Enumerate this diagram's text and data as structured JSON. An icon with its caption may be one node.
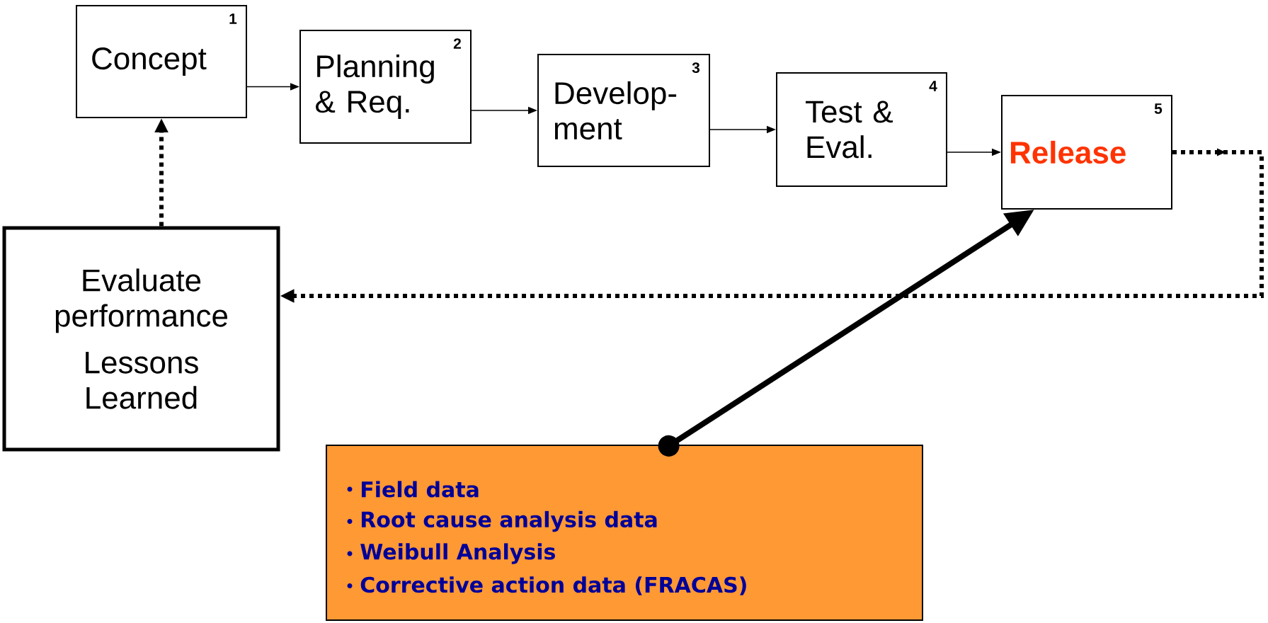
{
  "diagram": {
    "nodes": [
      {
        "text": [
          "Concept",
          "1"
        ]
      },
      {
        "text": [
          "Planning & Req.",
          "2"
        ]
      },
      {
        "text": [
          "Develop- ment",
          "3"
        ]
      },
      {
        "text": [
          "Test & Eval.",
          "4"
        ]
      },
      {
        "text": [
          "Release",
          "5"
        ]
      },
      {
        "text": [
          "Evaluate performance",
          "Lessons Learned"
        ]
      },
      {
        "text": [
          "Field data",
          "Root cause analysis data",
          "Weibull Analysis",
          "Corrective action data (FRACAS)"
        ]
      }
    ],
    "edges": [
      {
        "from": 0,
        "to": 1,
        "arrow": "to"
      },
      {
        "from": 1,
        "to": 2,
        "arrow": "to"
      },
      {
        "from": 2,
        "to": 3,
        "arrow": "to"
      },
      {
        "from": 3,
        "to": 4,
        "arrow": "to"
      },
      {
        "from": 4,
        "to": 5,
        "arrow": "to",
        "style": "dashed"
      },
      {
        "from": 5,
        "to": 0,
        "arrow": "to",
        "style": "dashed"
      },
      {
        "from": 6,
        "to": 4,
        "arrow": "to",
        "style": "thick"
      }
    ]
  }
}
